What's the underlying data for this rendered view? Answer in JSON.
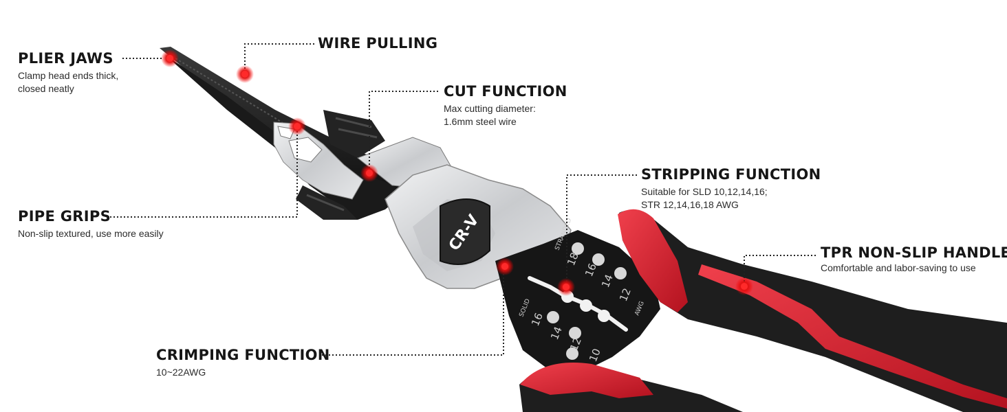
{
  "callouts": {
    "plier_jaws": {
      "title": "PLIER JAWS",
      "desc": [
        "Clamp head ends thick,",
        "closed neatly"
      ]
    },
    "wire_pulling": {
      "title": "WIRE PULLING"
    },
    "cut_function": {
      "title": "CUT FUNCTION",
      "desc": [
        "Max cutting diameter:",
        "1.6mm steel wire"
      ]
    },
    "pipe_grips": {
      "title": "PIPE GRIPS",
      "desc": [
        "Non-slip textured, use more easily"
      ]
    },
    "stripping_function": {
      "title": "STRIPPING FUNCTION",
      "desc": [
        "Suitable for SLD 10,12,14,16;",
        "STR 12,14,16,18 AWG"
      ]
    },
    "tpr_handle": {
      "title": "TPR NON-SLIP HANDLE",
      "desc": [
        "Comfortable and labor-saving to use"
      ]
    },
    "crimping_function": {
      "title": "CRIMPING FUNCTION",
      "desc": [
        "10~22AWG"
      ]
    }
  },
  "tool_markings": {
    "brand_badge": "CR-V",
    "solid_label": "SOLID",
    "stranded_label": "STRANDED",
    "awg_label": "AWG",
    "stranded_gauges": [
      "18",
      "16",
      "14",
      "12"
    ],
    "solid_gauges": [
      "16",
      "14",
      "12",
      "10"
    ]
  },
  "colors": {
    "handle_red": "#d81e2c",
    "handle_black": "#1b1b1b",
    "steel": "#d4d6d8",
    "marker_red": "#ff1a1a",
    "leader_line": "#222222"
  },
  "icons": [
    "pliers-illustration",
    "hotspot-marker"
  ]
}
